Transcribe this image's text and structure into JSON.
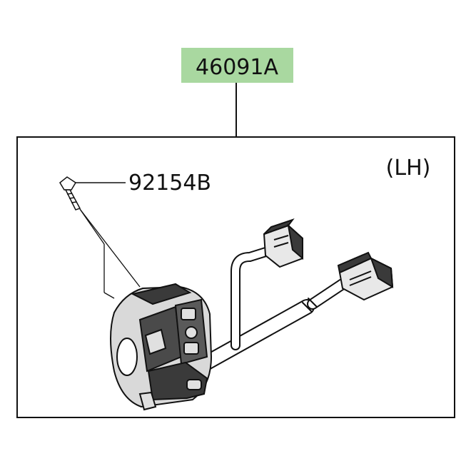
{
  "diagram": {
    "main_part_number": "46091A",
    "main_part_highlight": "#a9d8a0",
    "screw_part_number": "92154B",
    "side_label": "(LH)",
    "line_color": "#111111",
    "part_fill": "#d9d9d9",
    "part_dark": "#3a3a3a"
  }
}
